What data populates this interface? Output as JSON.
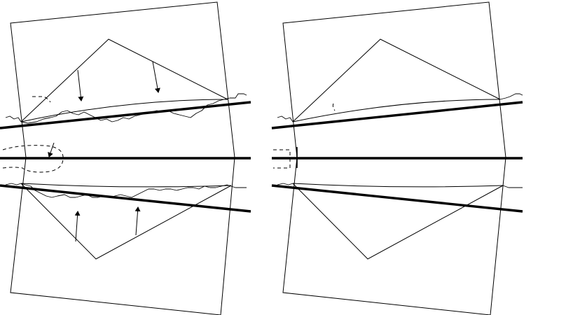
{
  "figure": {
    "panels": [
      {
        "id": "left",
        "annotations": "arrows-and-dashed-outline"
      },
      {
        "id": "right",
        "annotations": "none"
      }
    ],
    "colors": {
      "ink": "#000000",
      "paper": "#ffffff"
    }
  }
}
